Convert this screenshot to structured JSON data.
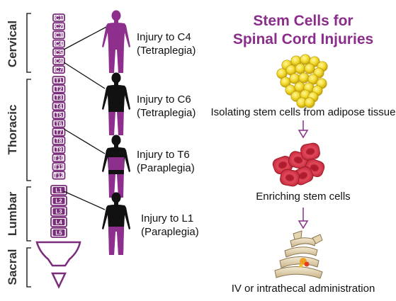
{
  "title_line1": "Stem Cells for",
  "title_line2": "Spinal Cord Injuries",
  "regions": {
    "cervical": "Cervical",
    "thoracic": "Thoracic",
    "lumbar": "Lumbar",
    "sacral": "Sacral"
  },
  "vertebrae": {
    "cervical": [
      "C1",
      "C2",
      "C3",
      "C4",
      "C5",
      "C6",
      "C7"
    ],
    "thoracic": [
      "T1",
      "T2",
      "T3",
      "T4",
      "T5",
      "T6",
      "T7",
      "T8",
      "T9",
      "T10",
      "T11",
      "T12"
    ],
    "lumbar": [
      "L1",
      "L2",
      "L3",
      "L4",
      "L5"
    ]
  },
  "injuries": [
    {
      "level": "Injury to C4",
      "type": "(Tetraplegia)"
    },
    {
      "level": "Injury to C6",
      "type": "(Tetraplegia)"
    },
    {
      "level": "Injury to T6",
      "type": "(Paraplegia)"
    },
    {
      "level": "Injury to L1",
      "type": "(Paraplegia)"
    }
  ],
  "steps": [
    "Isolating stem cells from adipose tissue",
    "Enriching stem cells",
    "IV or intrathecal administration"
  ],
  "colors": {
    "spine_purple": "#7b2d7b",
    "figure_purple": "#8e2f8e",
    "paralyzed_black": "#111111",
    "title_purple": "#8b2e8b",
    "fat_yellow": "#f2d92b",
    "blood_red": "#d23a4a"
  }
}
